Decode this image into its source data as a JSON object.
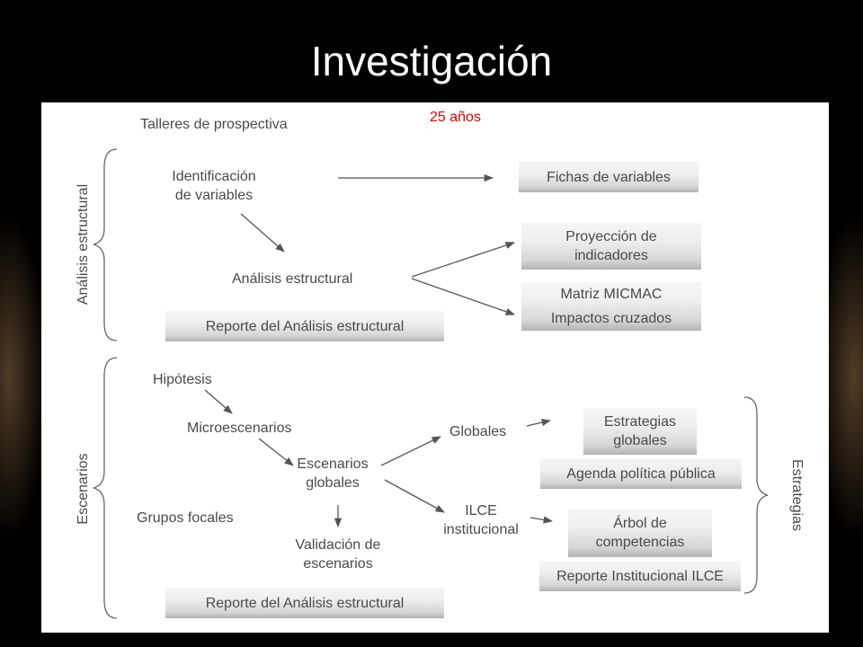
{
  "title": "Investigación",
  "note": "25 años",
  "colors": {
    "note": "#e00000",
    "text": "#4a4a4a",
    "background": "#000000",
    "panel": "#ffffff"
  },
  "diagram": {
    "talleres": "Talleres de prospectiva",
    "section_analisis": "Análisis estructural",
    "section_escenarios": "Escenarios",
    "section_estrategias": "Estrategias",
    "identificacion_1": "Identificación",
    "identificacion_2": "de variables",
    "analisis": "Análisis estructural",
    "fichas": "Fichas de variables",
    "proyeccion_1": "Proyección de",
    "proyeccion_2": "indicadores",
    "matriz": "Matriz MICMAC",
    "impactos": "Impactos cruzados",
    "reporte_analisis_1": "Reporte del Análisis estructural",
    "hipotesis": "Hipótesis",
    "microescenarios": "Microescenarios",
    "escenarios_globales_1": "Escenarios",
    "escenarios_globales_2": "globales",
    "globales": "Globales",
    "ilce_1": "ILCE",
    "ilce_2": "institucional",
    "grupos_focales": "Grupos focales",
    "validacion_1": "Validación de",
    "validacion_2": "escenarios",
    "estrategias_globales_1": "Estrategias",
    "estrategias_globales_2": "globales",
    "agenda": "Agenda política pública",
    "arbol_1": "Árbol de",
    "arbol_2": "competencias",
    "reporte_ilce": "Reporte Institucional ILCE",
    "reporte_analisis_2": "Reporte del Análisis estructural"
  }
}
